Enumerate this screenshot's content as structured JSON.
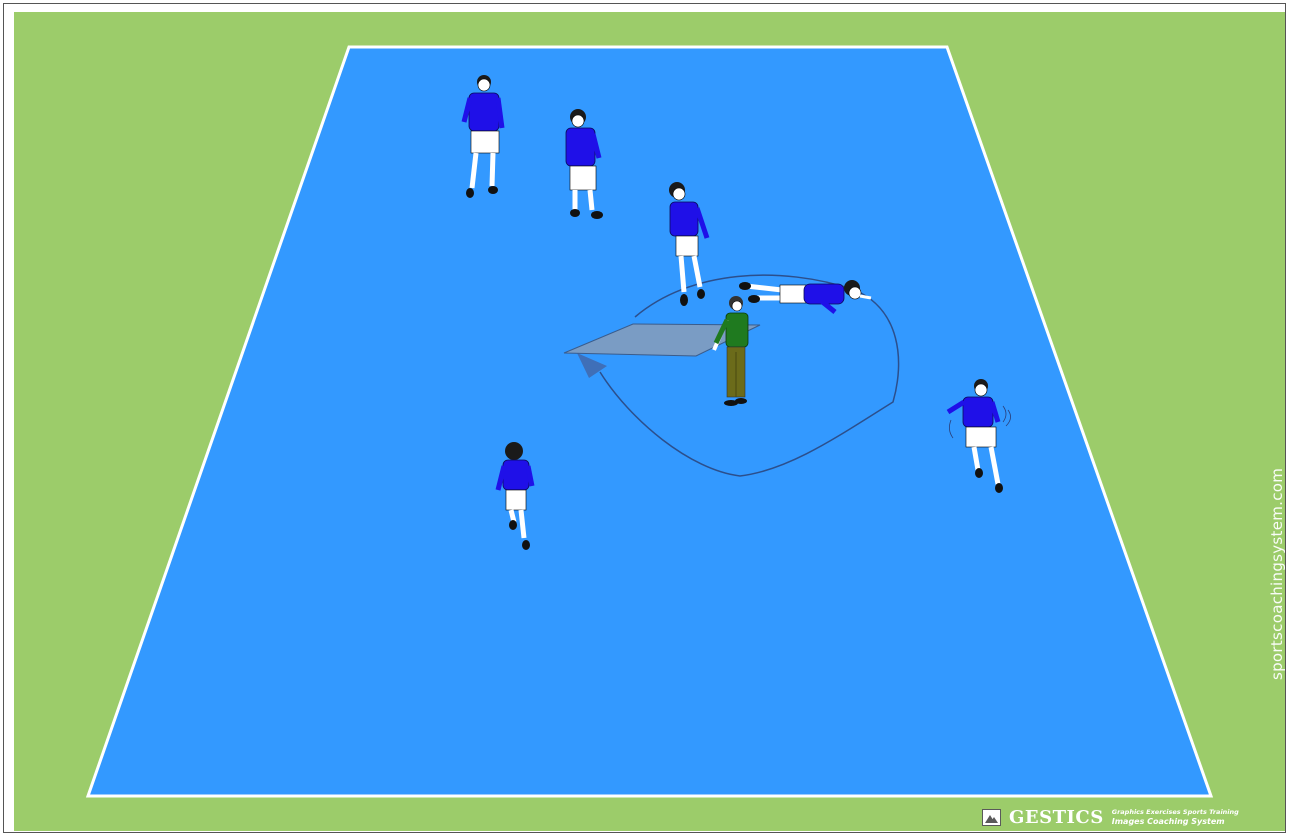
{
  "diagram": {
    "colors": {
      "background": "#9ccc6a",
      "pitch": "#3399ff",
      "lines": "#ffffff",
      "jersey": "#1f10e8",
      "coach_shirt": "#1f7a1f",
      "coach_trousers": "#6b6b1a",
      "mat": "#7a9cc4",
      "path": "#2c4f8c"
    },
    "elements": {
      "players": [
        "player",
        "player",
        "player",
        "player",
        "player",
        "player"
      ],
      "coach": "coach",
      "mat": "mat",
      "movement_path": "curved-arrow"
    }
  },
  "watermark": {
    "text": "sportscoachingsystem.com"
  },
  "brand": {
    "logo_icon": "mountain-photo-icon",
    "name": "GESTICS",
    "tagline_1": "Graphics Exercises Sports Training",
    "tagline_2": "Images Coaching System"
  }
}
